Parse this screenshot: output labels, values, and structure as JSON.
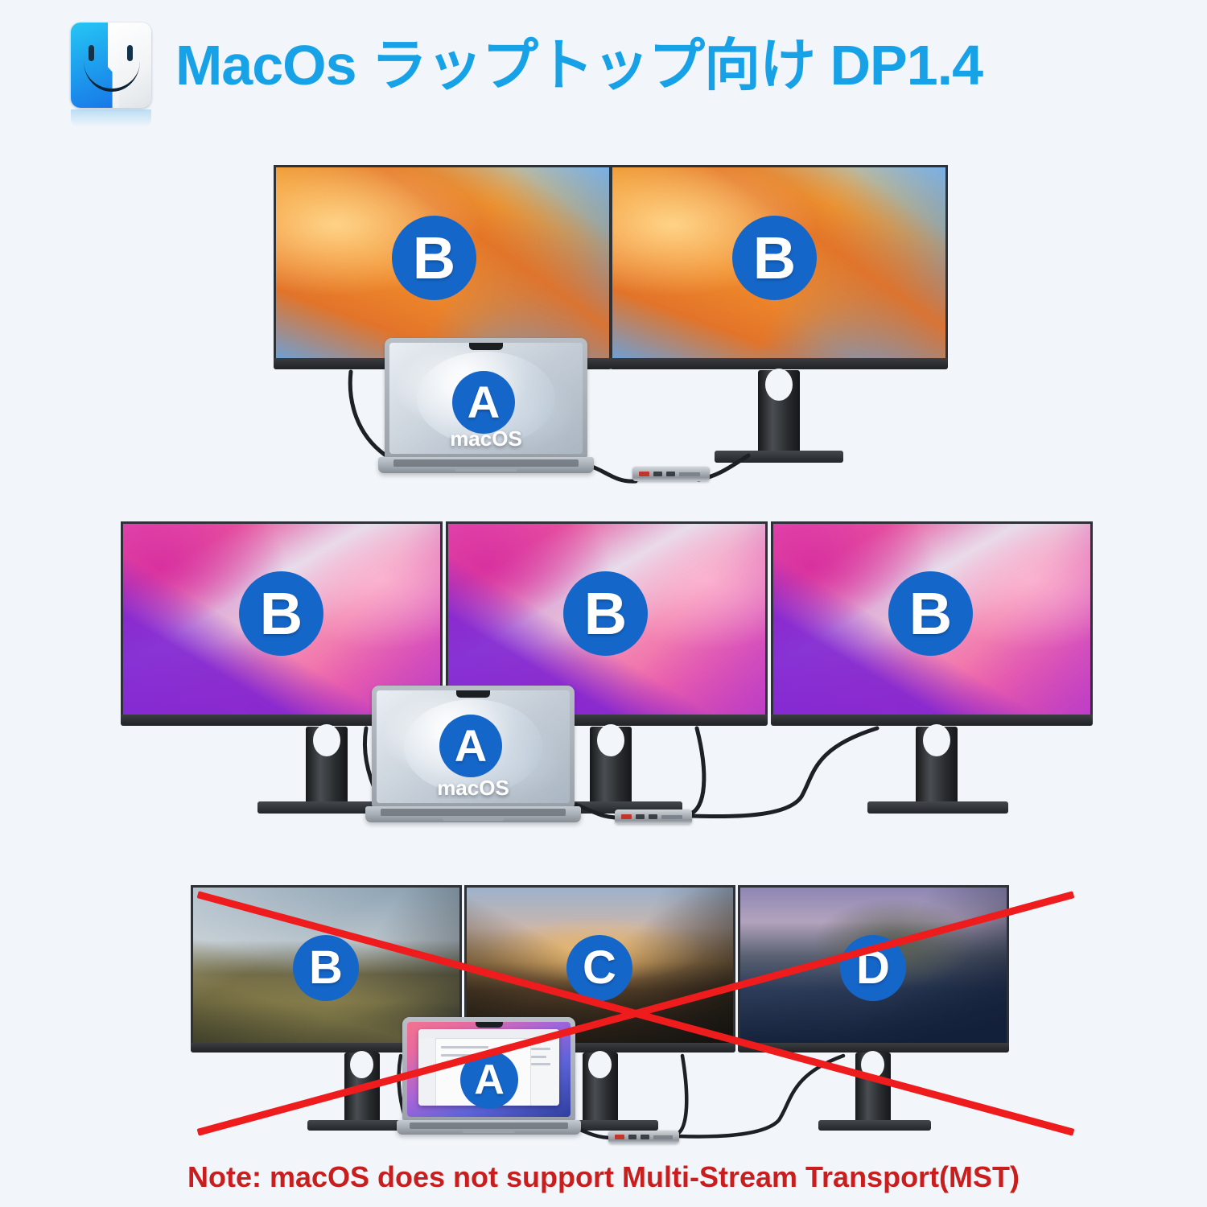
{
  "page": {
    "background_color": "#f2f6fb",
    "accent_blue": "#17a2e8",
    "badge_blue": "#1566c9",
    "warning_red": "#c81e1e",
    "x_mark_red": "#ee1c1c"
  },
  "header": {
    "icon_name": "finder-face-icon",
    "title": "MacOs ラップトップ向け DP1.4"
  },
  "scenarios": [
    {
      "id": "row-1",
      "supported": true,
      "monitor_count": 2,
      "wallpaper": "macos-ventura-orange",
      "monitors": [
        {
          "badge": "B"
        },
        {
          "badge": "B"
        }
      ],
      "laptop": {
        "badge": "A",
        "label": "macOS",
        "wallpaper": "macos-grey-sphere"
      },
      "hub": {
        "ports": [
          "power",
          "usb",
          "usb",
          "sd"
        ]
      }
    },
    {
      "id": "row-2",
      "supported": true,
      "monitor_count": 3,
      "wallpaper": "macos-monterey-pink",
      "monitors": [
        {
          "badge": "B"
        },
        {
          "badge": "B"
        },
        {
          "badge": "B"
        }
      ],
      "laptop": {
        "badge": "A",
        "label": "macOS",
        "wallpaper": "macos-grey-sphere"
      },
      "hub": {
        "ports": [
          "power",
          "usb",
          "usb",
          "sd"
        ]
      }
    },
    {
      "id": "row-3",
      "supported": false,
      "crossed_out": true,
      "monitor_count": 3,
      "monitors": [
        {
          "badge": "B",
          "wallpaper": "mountain-grassland"
        },
        {
          "badge": "C",
          "wallpaper": "macos-mojave-dune"
        },
        {
          "badge": "D",
          "wallpaper": "macos-catalina-island"
        }
      ],
      "laptop": {
        "badge": "A",
        "wallpaper": "macos-bigsur-app-window"
      },
      "hub": {
        "ports": [
          "power",
          "usb",
          "usb",
          "sd"
        ]
      }
    }
  ],
  "note": "Note: macOS does not support Multi-Stream Transport(MST)"
}
